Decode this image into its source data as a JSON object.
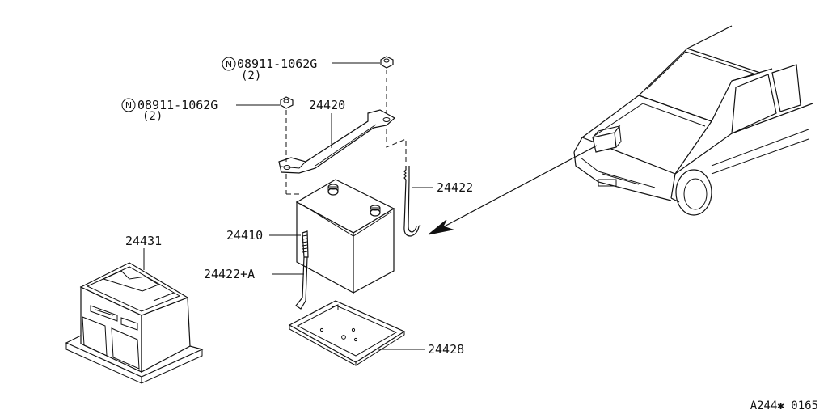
{
  "callouts": {
    "nut_top": {
      "part_no": "08911-1062G",
      "qty": "(2)",
      "symbol": "N"
    },
    "nut_left": {
      "part_no": "08911-1062G",
      "qty": "(2)",
      "symbol": "N"
    },
    "bracket": "24420",
    "rod_right": "24422",
    "battery": "24410",
    "rod_left": "24422+A",
    "tray": "24428",
    "cover": "24431"
  },
  "diagram_code": "A244✱ 0165"
}
